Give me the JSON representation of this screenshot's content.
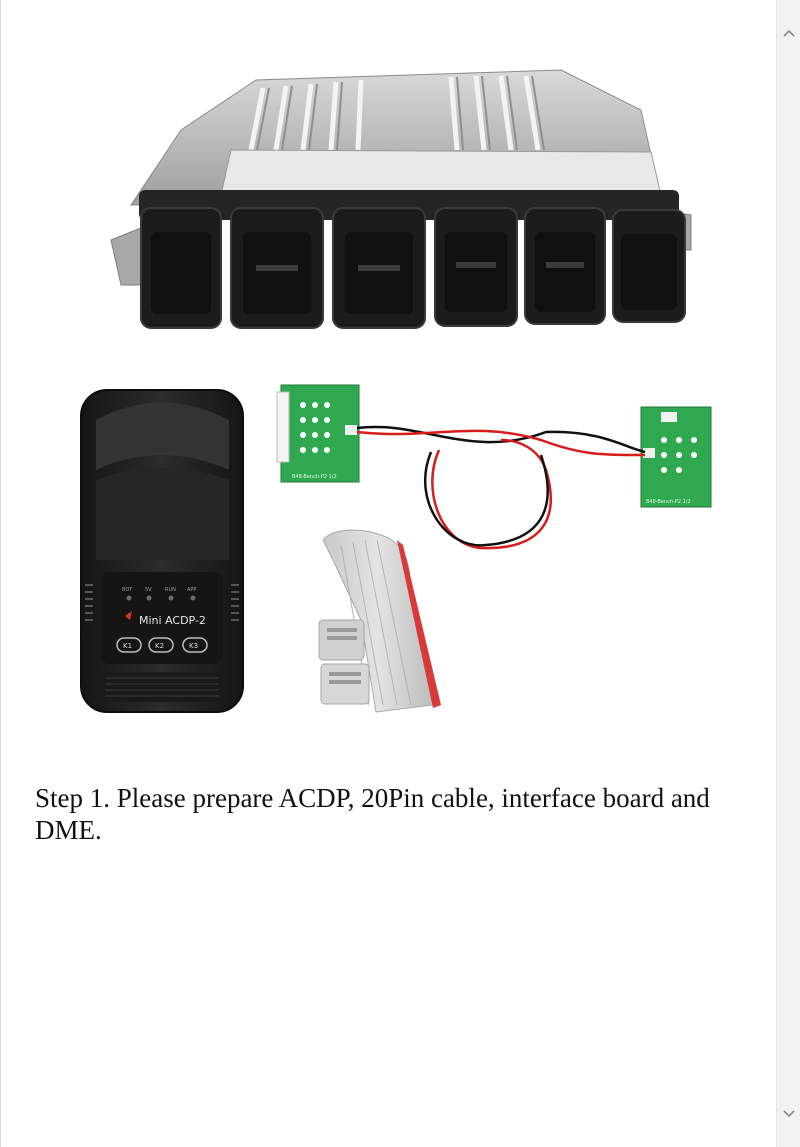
{
  "content": {
    "caption": "Step 1. Please prepare ACDP, 20Pin cable, interface board and DME."
  },
  "device": {
    "brand_label": "Mini ACDP-2",
    "leds": [
      "BOT",
      "5V",
      "RUN",
      "APP"
    ],
    "buttons": [
      "K1",
      "K2",
      "K3"
    ]
  },
  "boards": {
    "left_label": "B48-Bench-P2 1/2",
    "right_label": "B48-Bench-P2 1/2"
  },
  "colors": {
    "board_green": "#2fa84f",
    "device_black": "#1f1f1f",
    "cable_red": "#d81b1b",
    "ecu_silver": "#b9b9b9"
  }
}
